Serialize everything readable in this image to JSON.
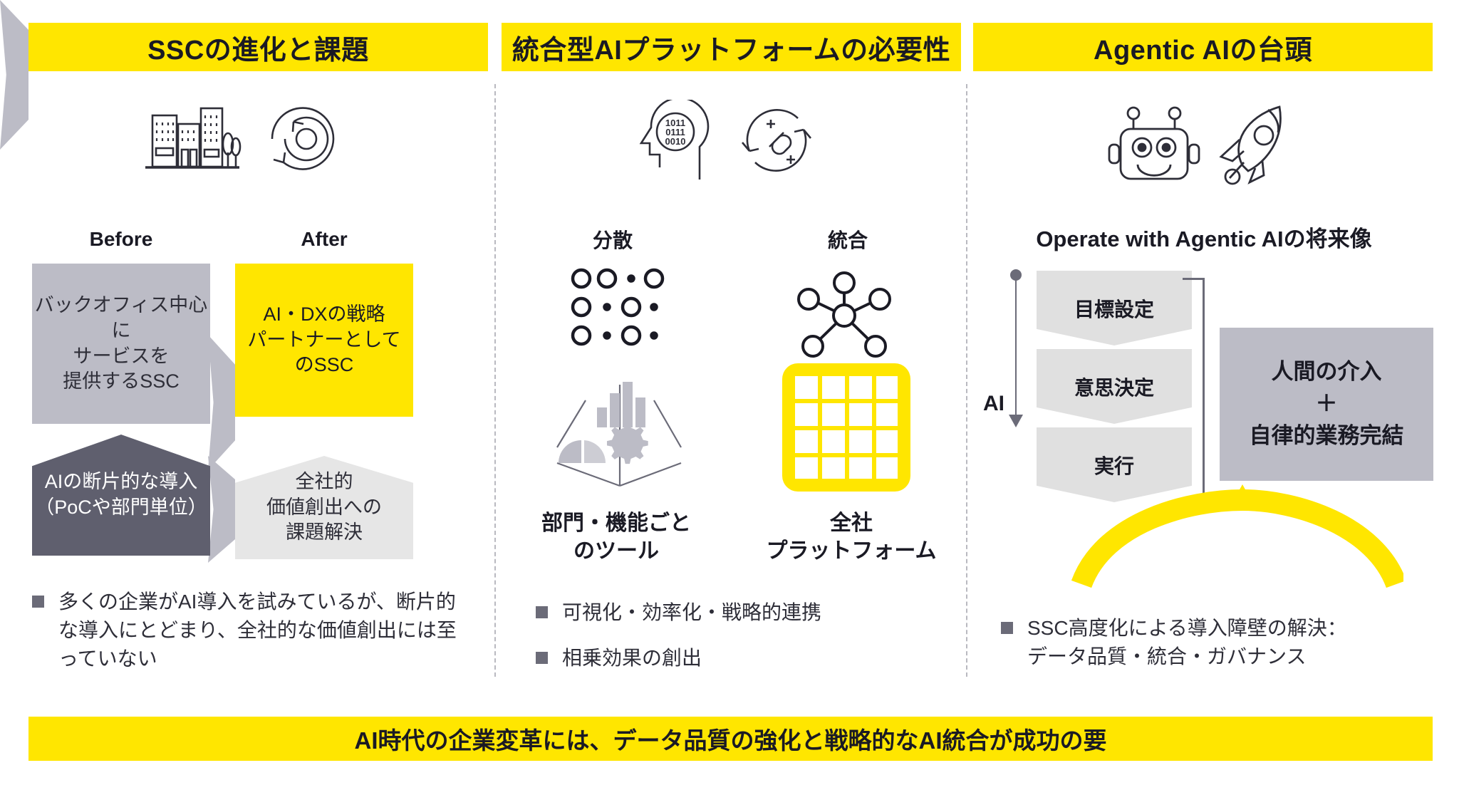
{
  "columns": [
    {
      "header": "SSCの進化と課題",
      "icons": [
        "office-building-icon",
        "refresh-cycle-icon"
      ],
      "before_label": "Before",
      "after_label": "After",
      "before_box": "バックオフィス中心に\nサービスを\n提供するSSC",
      "after_box": "AI・DXの戦略\nパートナーとして\nのSSC",
      "before_lower_box": "AIの断片的な導入\n（PoCや部門単位）",
      "after_lower_box": "全社的\n価値創出への\n課題解決",
      "bullets": [
        "多くの企業がAI導入を試みているが、断片的な導入にとどまり、全社的な価値創出には至っていない"
      ]
    },
    {
      "header": "統合型AIプラットフォームの必要性",
      "icons": [
        "ai-head-binary-icon",
        "link-cycle-icon"
      ],
      "binary_lines": [
        "1011",
        "0111",
        "0010"
      ],
      "left_label": "分散",
      "right_label": "統合",
      "left_caption": "部門・機能ごと\nのツール",
      "right_caption": "全社\nプラットフォーム",
      "bullets": [
        "可視化・効率化・戦略的連携",
        "相乗効果の創出"
      ]
    },
    {
      "header": "Agentic AIの台頭",
      "icons": [
        "robot-icon",
        "rocket-icon"
      ],
      "subtitle": "Operate with Agentic AIの将来像",
      "ai_rail_label": "AI",
      "steps": [
        "目標設定",
        "意思決定",
        "実行"
      ],
      "outcome_box": "人間の介入\n＋\n自律的業務完結",
      "bullets": [
        "SSC高度化による導入障壁の解決：\nデータ品質・統合・ガバナンス"
      ]
    }
  ],
  "footer": "AI時代の企業変革には、データ品質の強化と戦略的なAI統合が成功の要",
  "colors": {
    "accent_yellow": "#ffe600",
    "grey_box": "#bcbcc6",
    "dark_box": "#5f5f6e",
    "light_box": "#e6e6e6",
    "text_dark": "#2e2e38"
  }
}
